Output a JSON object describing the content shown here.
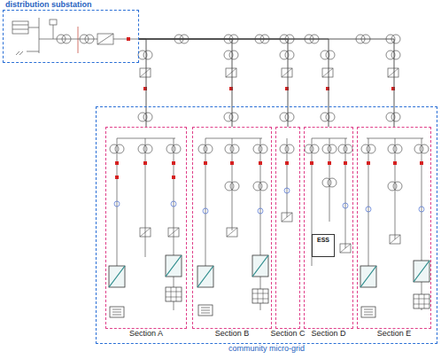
{
  "diagram": {
    "nodes": [
      {
        "text": [
          "distribution substation"
        ]
      },
      {
        "text": [
          "community micro-grid"
        ]
      },
      {
        "text": [
          "Section A"
        ],
        "in": 1
      },
      {
        "text": [
          "Section B"
        ],
        "in": 1
      },
      {
        "text": [
          "Section C"
        ],
        "in": 1
      },
      {
        "text": [
          "Section D"
        ],
        "in": 1
      },
      {
        "text": [
          "ESS"
        ],
        "in": 5
      },
      {
        "text": [
          "Section E"
        ],
        "in": 1
      }
    ],
    "edges": [
      {
        "from": 0,
        "to": 2,
        "arrow": "none"
      },
      {
        "from": 0,
        "to": 3,
        "arrow": "none"
      },
      {
        "from": 0,
        "to": 4,
        "arrow": "none"
      },
      {
        "from": 0,
        "to": 5,
        "arrow": "none"
      },
      {
        "from": 0,
        "to": 7,
        "arrow": "none"
      }
    ]
  }
}
